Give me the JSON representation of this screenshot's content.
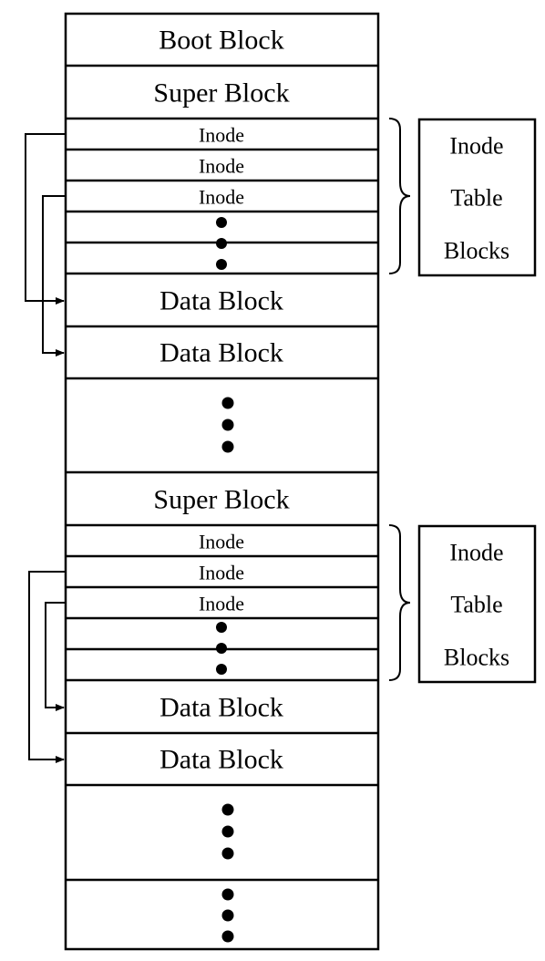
{
  "diagram": {
    "blocks": {
      "boot": "Boot Block",
      "super_1": "Super Block",
      "inode_1a": "Inode",
      "inode_1b": "Inode",
      "inode_1c": "Inode",
      "data_1a": "Data Block",
      "data_1b": "Data Block",
      "super_2": "Super Block",
      "inode_2a": "Inode",
      "inode_2b": "Inode",
      "inode_2c": "Inode",
      "data_2a": "Data Block",
      "data_2b": "Data Block"
    },
    "inode_table_label_1": [
      "Inode",
      "Table",
      "Blocks"
    ],
    "inode_table_label_2": [
      "Inode",
      "Table",
      "Blocks"
    ]
  }
}
